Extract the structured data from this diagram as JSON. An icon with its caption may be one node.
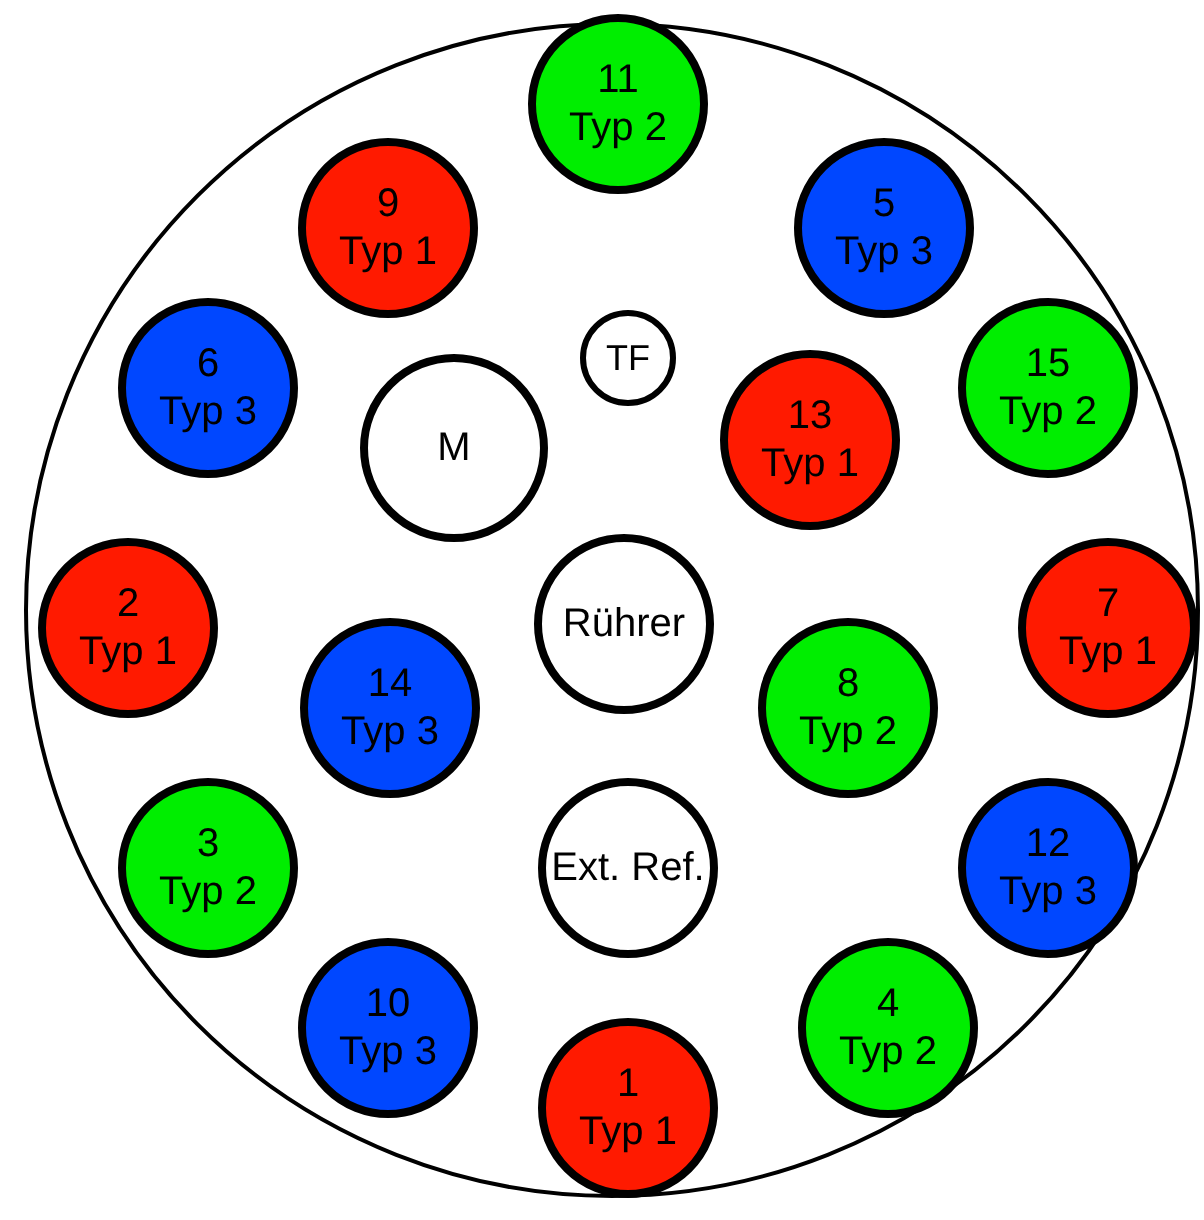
{
  "diagram": {
    "nodes": [
      {
        "text": [],
        "shape": "circle"
      },
      {
        "text": [
          "11",
          "Typ 2"
        ],
        "in": 0
      },
      {
        "text": [
          "9",
          "Typ 1"
        ],
        "in": 0
      },
      {
        "text": [
          "5",
          "Typ 3"
        ],
        "in": 0
      },
      {
        "text": [
          "TF"
        ],
        "in": 0
      },
      {
        "text": [
          "6",
          "Typ 3"
        ],
        "in": 0
      },
      {
        "text": [
          "15",
          "Typ 2"
        ],
        "in": 0
      },
      {
        "text": [
          "13",
          "Typ 1"
        ],
        "in": 0
      },
      {
        "text": [
          "M"
        ],
        "in": 0
      },
      {
        "text": [
          "2",
          "Typ 1"
        ],
        "in": 0
      },
      {
        "text": [
          "Rührer"
        ],
        "in": 0
      },
      {
        "text": [
          "7",
          "Typ 1"
        ],
        "in": 0
      },
      {
        "text": [
          "14",
          "Typ 3"
        ],
        "in": 0
      },
      {
        "text": [
          "8",
          "Typ 2"
        ],
        "in": 0
      },
      {
        "text": [
          "3",
          "Typ 2"
        ],
        "in": 0
      },
      {
        "text": [
          "Ext. Ref."
        ],
        "in": 0
      },
      {
        "text": [
          "12",
          "Typ 3"
        ],
        "in": 0
      },
      {
        "text": [
          "10",
          "Typ 3"
        ],
        "in": 0
      },
      {
        "text": [
          "4",
          "Typ 2"
        ],
        "in": 0
      },
      {
        "text": [
          "1",
          "Typ 1"
        ],
        "in": 0
      }
    ]
  }
}
